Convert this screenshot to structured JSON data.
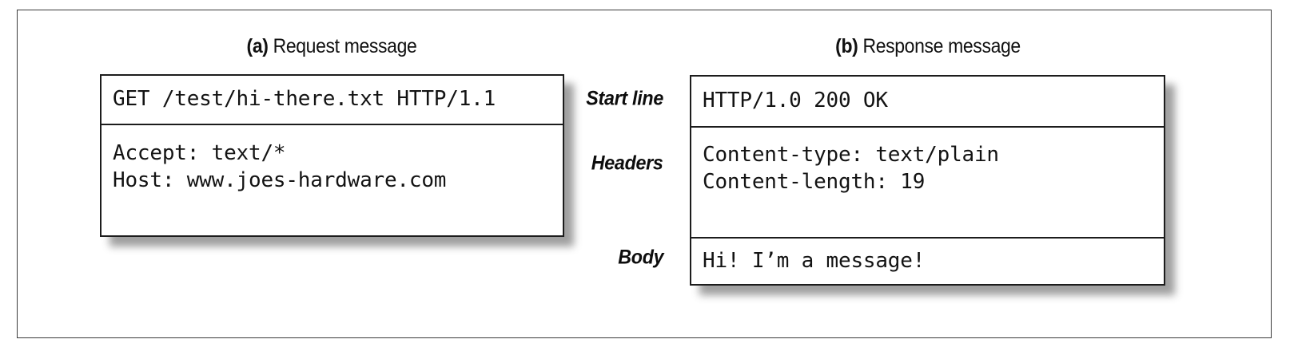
{
  "figure": {
    "request": {
      "caption_tag": "(a)",
      "caption_text": " Request message",
      "start_line": "GET /test/hi-there.txt HTTP/1.1",
      "headers": "Accept: text/*\nHost: www.joes-hardware.com",
      "body": ""
    },
    "response": {
      "caption_tag": "(b)",
      "caption_text": " Response message",
      "start_line": "HTTP/1.0 200 OK",
      "headers": "Content-type: text/plain\nContent-length: 19",
      "body": "Hi! I’m a message!"
    },
    "part_labels": {
      "start_line": "Start line",
      "headers": "Headers",
      "body": "Body"
    },
    "colors": {
      "background": "#ffffff",
      "frame_border": "#3a3a3a",
      "panel_border": "#1c1c1c",
      "text": "#131313",
      "shadow": "#8e8e8e"
    }
  }
}
